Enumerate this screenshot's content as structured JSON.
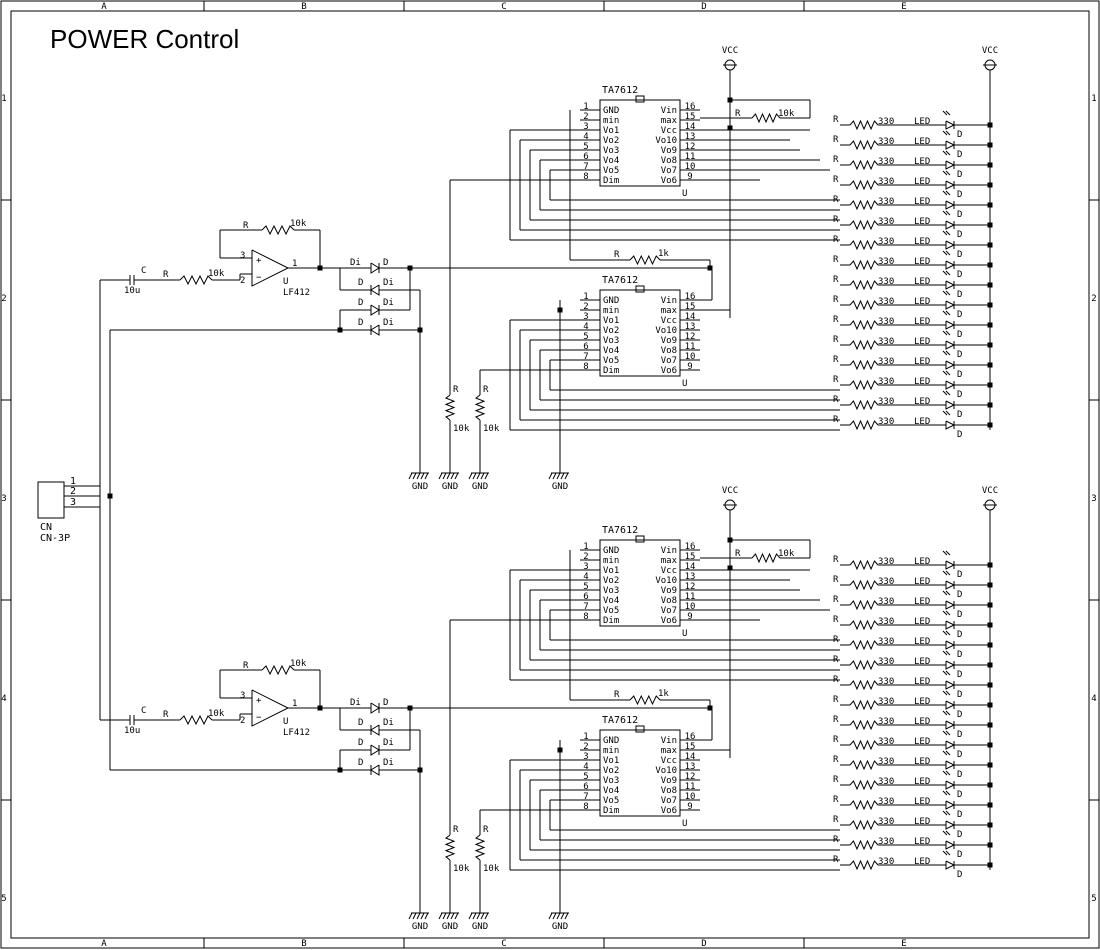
{
  "title": "POWER Control",
  "border": {
    "col_labels": [
      "A",
      "B",
      "C",
      "D",
      "E"
    ],
    "row_labels": [
      "1",
      "2",
      "3",
      "4",
      "5"
    ]
  },
  "connector": {
    "ref": "CN",
    "type": "CN-3P",
    "pins": [
      "1",
      "2",
      "3"
    ]
  },
  "channels": [
    {
      "opamp": {
        "part": "LF412",
        "ref": "U",
        "pin_plus": "3",
        "pin_minus": "2",
        "pin_out": "1"
      },
      "feedback_resistor": {
        "ref": "R",
        "value": "10k"
      },
      "input_resistor": {
        "ref": "R",
        "value": "10k"
      },
      "input_cap": {
        "ref": "C",
        "value": "10u"
      },
      "diode_labels": [
        "Di",
        "D",
        "D",
        "Di",
        "D",
        "Di"
      ],
      "link_resistor": {
        "ref": "R",
        "value": "1k"
      },
      "dim_resistors": [
        {
          "ref": "R",
          "value": "10k"
        },
        {
          "ref": "R",
          "value": "10k"
        }
      ],
      "vcc_label": "VCC",
      "gnd_label": "GND"
    },
    {
      "opamp": {
        "part": "LF412",
        "ref": "U",
        "pin_plus": "3",
        "pin_minus": "2",
        "pin_out": "1"
      },
      "feedback_resistor": {
        "ref": "R",
        "value": "10k"
      },
      "input_resistor": {
        "ref": "R",
        "value": "10k"
      },
      "input_cap": {
        "ref": "C",
        "value": "10u"
      },
      "diode_labels": [
        "Di",
        "D",
        "D",
        "Di",
        "D",
        "Di"
      ],
      "link_resistor": {
        "ref": "R",
        "value": "1k"
      },
      "dim_resistors": [
        {
          "ref": "R",
          "value": "10k"
        },
        {
          "ref": "R",
          "value": "10k"
        }
      ],
      "vcc_label": "VCC",
      "gnd_label": "GND"
    }
  ],
  "ic": {
    "part": "TA7612",
    "ref": "U",
    "left_pins": [
      {
        "num": "1",
        "name": "GND"
      },
      {
        "num": "2",
        "name": "min"
      },
      {
        "num": "3",
        "name": "Vo1"
      },
      {
        "num": "4",
        "name": "Vo2"
      },
      {
        "num": "5",
        "name": "Vo3"
      },
      {
        "num": "6",
        "name": "Vo4"
      },
      {
        "num": "7",
        "name": "Vo5"
      },
      {
        "num": "8",
        "name": "Dim"
      }
    ],
    "right_pins": [
      {
        "num": "16",
        "name": "Vin"
      },
      {
        "num": "15",
        "name": "max"
      },
      {
        "num": "14",
        "name": "Vcc"
      },
      {
        "num": "13",
        "name": "Vo10"
      },
      {
        "num": "12",
        "name": "Vo9"
      },
      {
        "num": "11",
        "name": "Vo8"
      },
      {
        "num": "10",
        "name": "Vo7"
      },
      {
        "num": "9",
        "name": "Vo6"
      }
    ],
    "max_resistor": {
      "ref": "R",
      "value": "10k"
    }
  },
  "led_row": {
    "resistor_ref": "R",
    "resistor_value": "330",
    "led_label": "LED",
    "diode_ref": "D"
  }
}
